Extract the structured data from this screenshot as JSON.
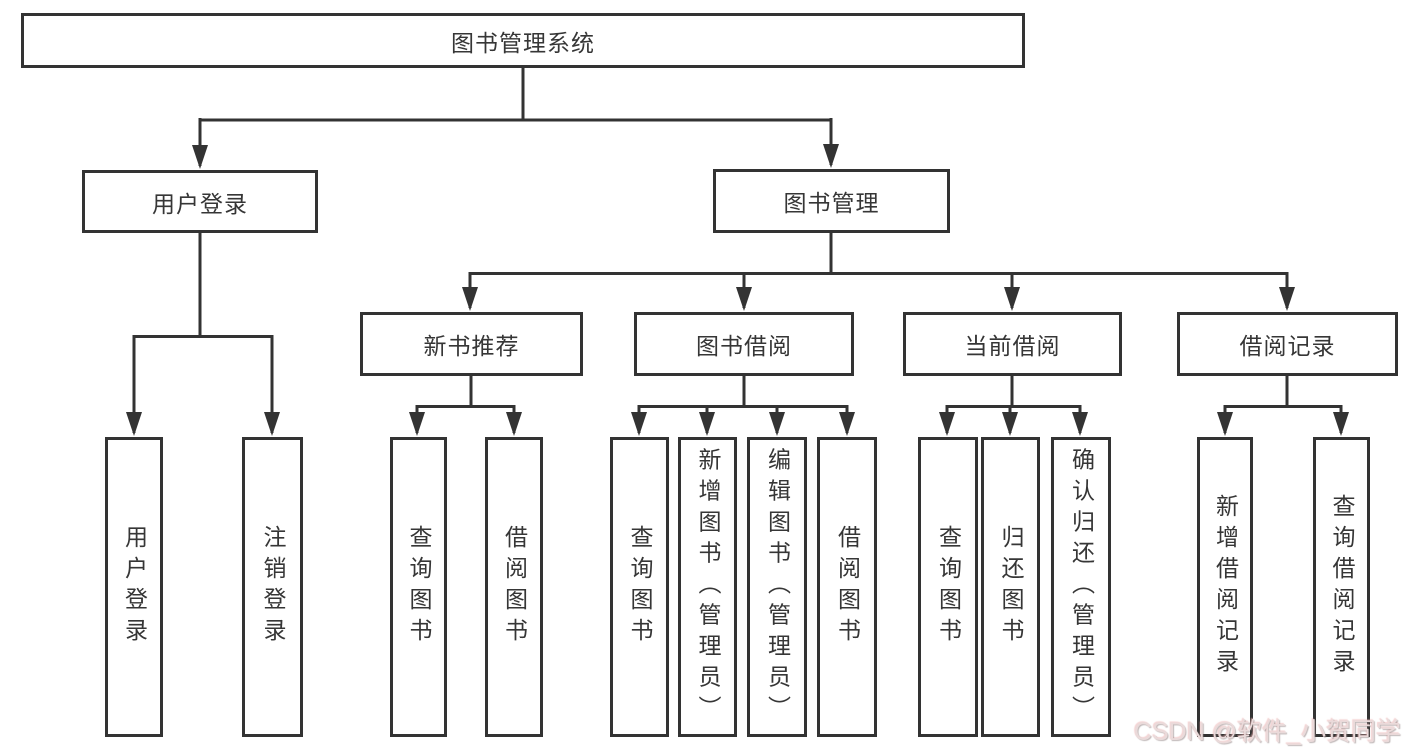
{
  "diagram_title": "图书管理系统",
  "tree": {
    "root": "图书管理系统",
    "branches": [
      {
        "label": "用户登录",
        "children": [
          "用户登录",
          "注销登录"
        ]
      },
      {
        "label": "图书管理",
        "groups": [
          {
            "label": "新书推荐",
            "children": [
              "查询图书",
              "借阅图书"
            ]
          },
          {
            "label": "图书借阅",
            "children": [
              "查询图书",
              "新增图书（管理员）",
              "编辑图书（管理员）",
              "借阅图书"
            ]
          },
          {
            "label": "当前借阅",
            "children": [
              "查询图书",
              "归还图书",
              "确认归还（管理员）"
            ]
          },
          {
            "label": "借阅记录",
            "children": [
              "新增借阅记录",
              "查询借阅记录"
            ]
          }
        ]
      }
    ]
  },
  "watermark": "CSDN @软件_小贺同学",
  "colors": {
    "line": "#333333",
    "text": "#363636",
    "background": "#ffffff",
    "watermark_text": "#eadada"
  }
}
